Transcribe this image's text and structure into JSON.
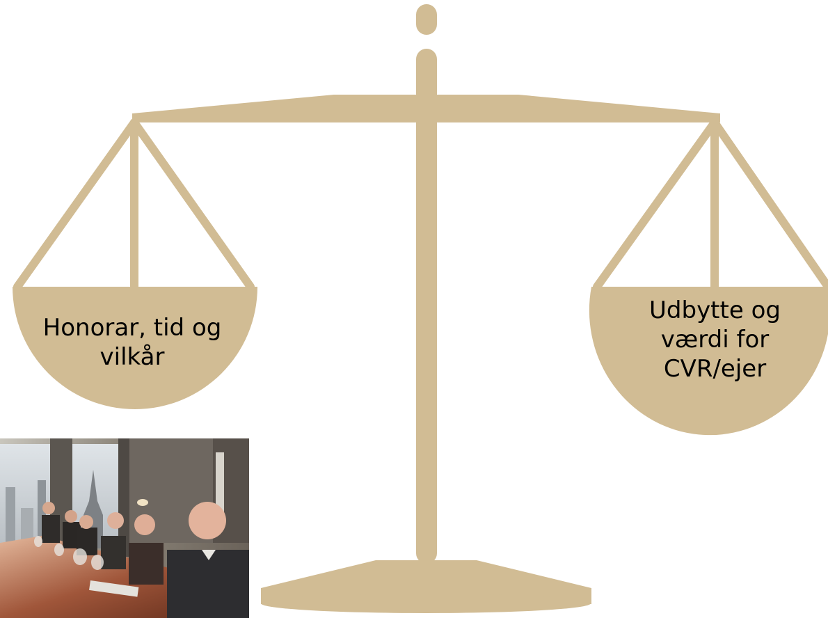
{
  "colors": {
    "scale": "#D1BC94",
    "text": "#000000",
    "background": "#FFFFFF"
  },
  "scale": {
    "left_pan_label": "Honorar, tid og vilkår",
    "right_pan_label": "Udbytte og værdi for CVR/ejer"
  },
  "photo": {
    "description_icon": "boardroom-meeting-photo"
  }
}
